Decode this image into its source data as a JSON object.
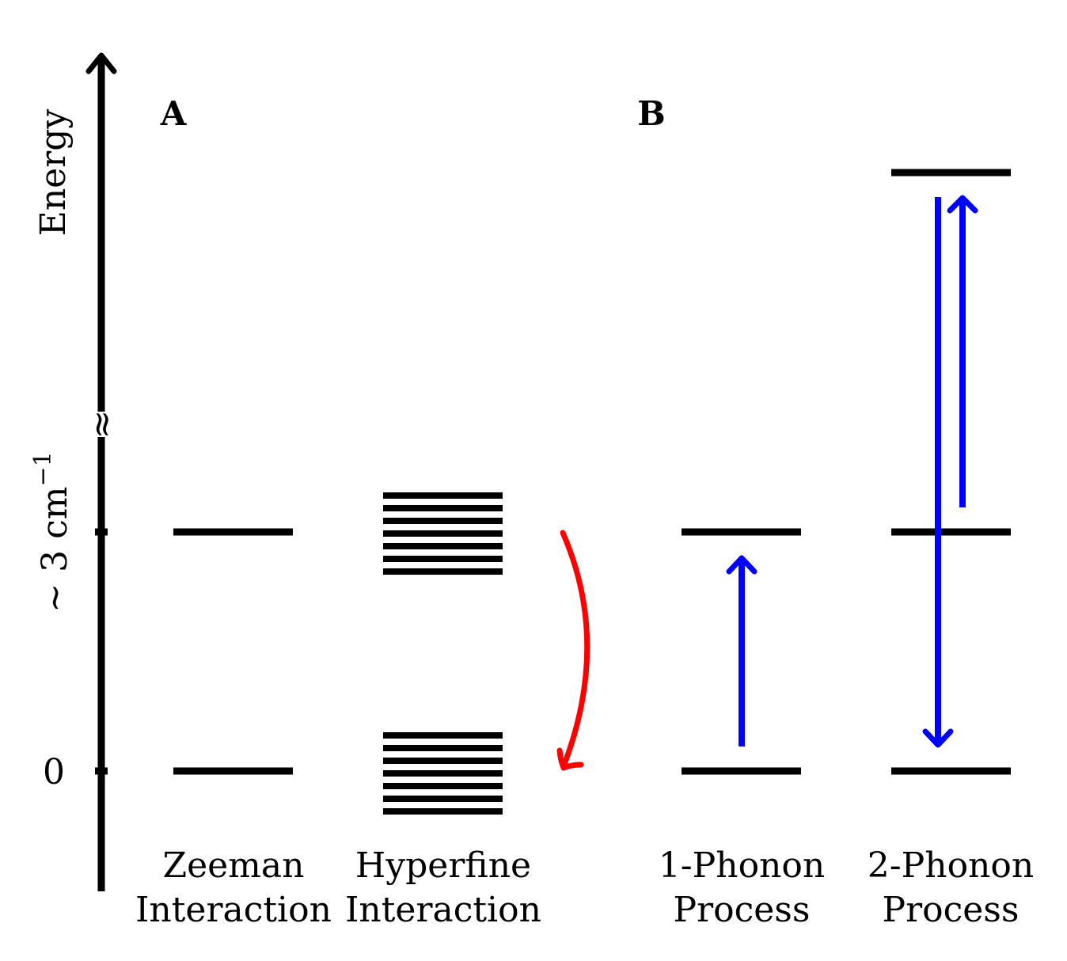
{
  "axis": {
    "label": "Energy",
    "tick_zero": "0",
    "tick_upper": "~ 3 cm",
    "tick_upper_superscript": "−1",
    "break_symbol": "≈"
  },
  "panels": {
    "a": "A",
    "b": "B"
  },
  "columns": {
    "zeeman": {
      "line1": "Zeeman",
      "line2": "Interaction"
    },
    "hyperfine": {
      "line1": "Hyperfine",
      "line2": "Interaction"
    },
    "one_phonon": {
      "line1": "1-Phonon",
      "line2": "Process"
    },
    "two_phonon": {
      "line1": "2-Phonon",
      "line2": "Process"
    }
  },
  "colors": {
    "levels": "#000000",
    "relaxation_arrow": "#ff0000",
    "phonon_arrows": "#0000ff"
  }
}
